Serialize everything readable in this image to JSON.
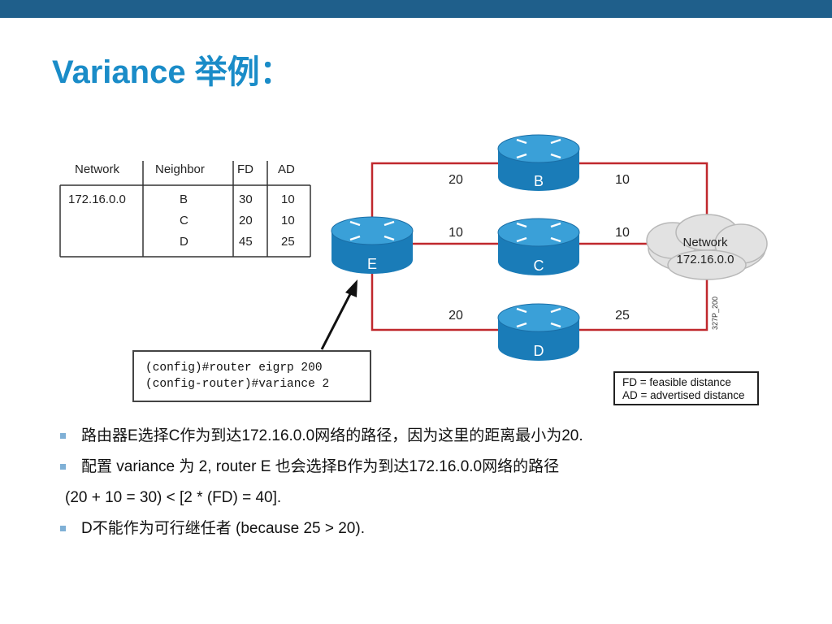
{
  "title": "Variance 举例：",
  "colors": {
    "top_bar": "#1f5f8b",
    "title": "#1a8cc8",
    "link": "#c0282d",
    "router_top": "#3aa0d8",
    "router_body": "#1a7cb8",
    "bullet": "#7fb0d6"
  },
  "table": {
    "headers": [
      "Network",
      "Neighbor",
      "FD",
      "AD"
    ],
    "network": "172.16.0.0",
    "rows": [
      {
        "neighbor": "B",
        "fd": "30",
        "ad": "10"
      },
      {
        "neighbor": "C",
        "fd": "20",
        "ad": "10"
      },
      {
        "neighbor": "D",
        "fd": "45",
        "ad": "25"
      }
    ]
  },
  "routers": {
    "e": "E",
    "b": "B",
    "c": "C",
    "d": "D"
  },
  "links": {
    "e_b": "20",
    "b_net": "10",
    "e_c": "10",
    "c_net": "10",
    "e_d": "20",
    "d_net": "25"
  },
  "cloud": {
    "line1": "Network",
    "line2": "172.16.0.0"
  },
  "figure_id": "327P_200",
  "config": {
    "line1": "(config)#router eigrp 200",
    "line2": "(config-router)#variance 2"
  },
  "legend": {
    "fd": "FD = feasible distance",
    "ad": "AD = advertised distance"
  },
  "bullets": {
    "b1": "路由器E选择C作为到达172.16.0.0网络的路径，因为这里的距离最小为20.",
    "b2": "配置 variance 为 2, router E 也会选择B作为到达172.16.0.0网络的路径",
    "b2_cont": "(20 + 10 = 30) < [2 * (FD) = 40].",
    "b3": "D不能作为可行继任者 (because 25 > 20)."
  }
}
